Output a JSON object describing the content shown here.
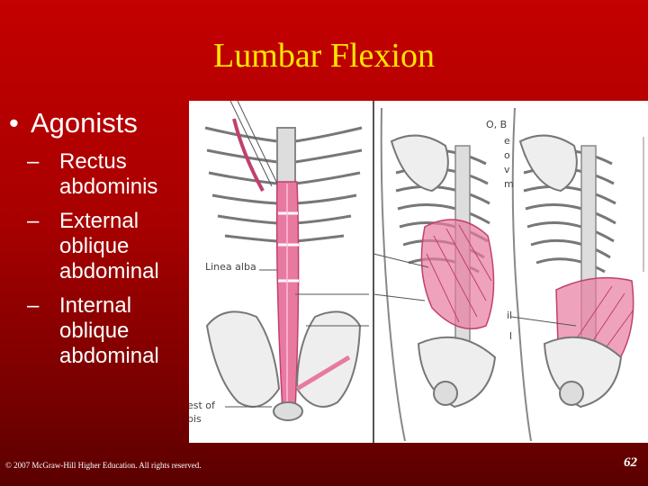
{
  "slide": {
    "title": "Lumbar Flexion",
    "bullet": {
      "marker": "•",
      "label": "Agonists"
    },
    "subitems": [
      {
        "marker": "–",
        "label": "Rectus abdominis"
      },
      {
        "marker": "–",
        "label": "External oblique abdominal"
      },
      {
        "marker": "–",
        "label": "Internal oblique abdominal"
      }
    ],
    "footer": "© 2007 McGraw-Hill Higher Education. All rights reserved.",
    "page_number": "62"
  },
  "illustration": {
    "linea_alba_label": "Linea alba",
    "crest_label_1": "est of",
    "crest_label_2": "bis",
    "ob_label": "O, B",
    "side_letters": [
      "e",
      "o",
      "v",
      "m"
    ],
    "side_marks": [
      "il",
      "l"
    ]
  },
  "colors": {
    "background": "#b00000",
    "title": "#ffe600",
    "muscle_pink": "#e87aa0"
  }
}
